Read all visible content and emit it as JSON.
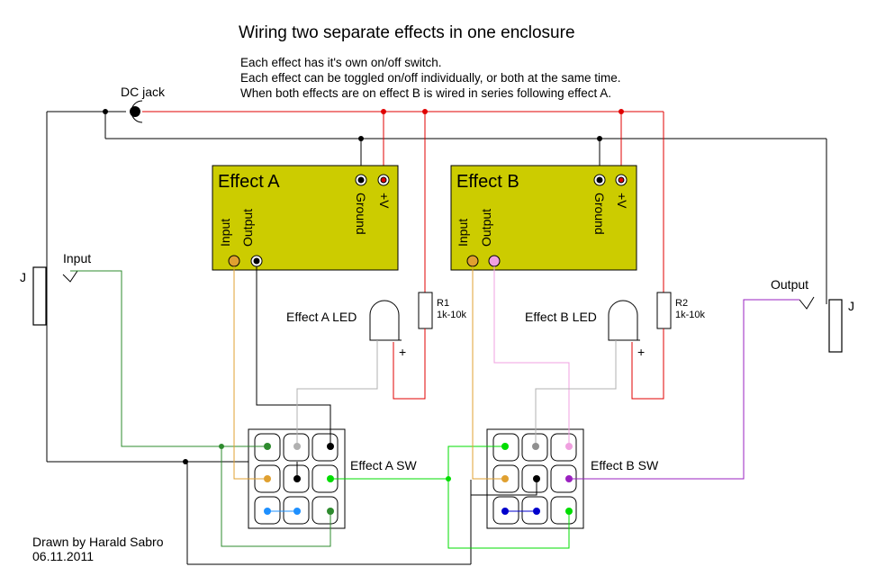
{
  "title": "Wiring two separate effects in one enclosure",
  "notes": [
    "Each effect has it's own on/off switch.",
    "Each effect can be toggled on/off individually, or both at the same time.",
    "When both effects are on effect B is wired in series following effect A."
  ],
  "dc_jack": "DC jack",
  "jack_symbol": "J",
  "input_label": "Input",
  "output_label": "Output",
  "effect_a": {
    "name": "Effect A",
    "ground": "Ground",
    "vplus": "+V",
    "input": "Input",
    "output": "Output",
    "led": "Effect A LED",
    "resistor_name": "R1",
    "resistor_value": "1k-10k",
    "switch": "Effect A SW"
  },
  "effect_b": {
    "name": "Effect B",
    "ground": "Ground",
    "vplus": "+V",
    "input": "Input",
    "output": "Output",
    "led": "Effect B LED",
    "resistor_name": "R2",
    "resistor_value": "1k-10k",
    "switch": "Effect B SW"
  },
  "plus_sign": "+",
  "credit": {
    "author": "Drawn by Harald Sabro",
    "date": "06.11.2011"
  },
  "colors": {
    "board": "#cccc00",
    "power": "#e00000",
    "ground": "#000000",
    "input_a": "#2e8b2e",
    "orange": "#e0a030",
    "grey": "#b0b0b0",
    "green": "#00dd00",
    "blue": "#1e90ff",
    "pink": "#f0a0e0",
    "purple": "#9a20c0"
  }
}
